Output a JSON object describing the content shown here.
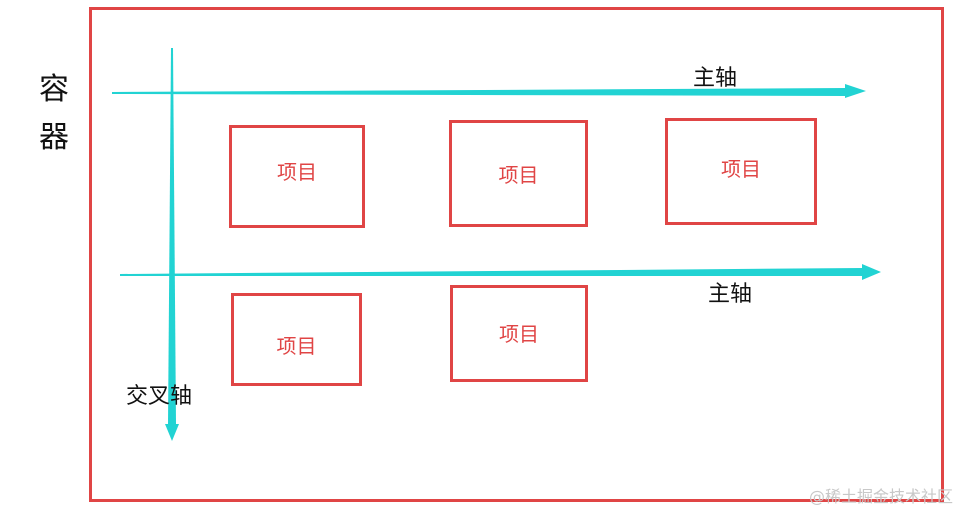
{
  "container": {
    "label": "容器",
    "border_color": "#e04545"
  },
  "axes": {
    "main_axis_1_label": "主轴",
    "main_axis_2_label": "主轴",
    "cross_axis_label": "交叉轴",
    "color": "#22d3d3"
  },
  "items": [
    {
      "label": "项目"
    },
    {
      "label": "项目"
    },
    {
      "label": "项目"
    },
    {
      "label": "项目"
    },
    {
      "label": "项目"
    }
  ],
  "watermark": "@稀土掘金技术社区"
}
